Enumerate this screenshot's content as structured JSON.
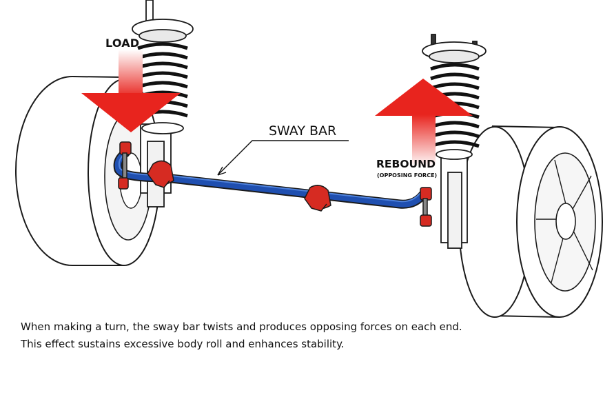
{
  "labels": {
    "load": "LOAD",
    "sway_bar": "SWAY BAR",
    "rebound": "REBOUND",
    "opposing_force": "(OPPOSING FORCE)"
  },
  "caption": {
    "line1": "When making a turn, the sway bar twists and produces opposing forces on each end.",
    "line2": "This effect sustains excessive body roll and enhances stability."
  },
  "colors": {
    "sway_bar": "#1f4fb0",
    "sway_bar_highlight": "#4f82dc",
    "arrow_red": "#e8241e",
    "arrow_fade": "#ffffff",
    "bushing": "#d62b22",
    "outline": "#1a1a1a"
  }
}
